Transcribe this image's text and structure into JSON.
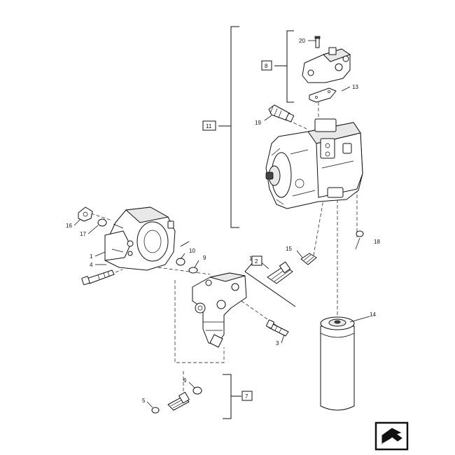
{
  "callouts": {
    "c1": "1",
    "c2": "2",
    "c3": "3",
    "c4": "4",
    "c5": "5",
    "c6": "6",
    "c7": "7",
    "c8": "8",
    "c9": "9",
    "c10": "10",
    "c11": "11",
    "c12": "12",
    "c13": "13",
    "c14": "14",
    "c15": "15",
    "c16": "16",
    "c17": "17",
    "c18": "18",
    "c19": "19",
    "c20": "20"
  },
  "navigation": {
    "icon": "arrow-box-icon"
  }
}
